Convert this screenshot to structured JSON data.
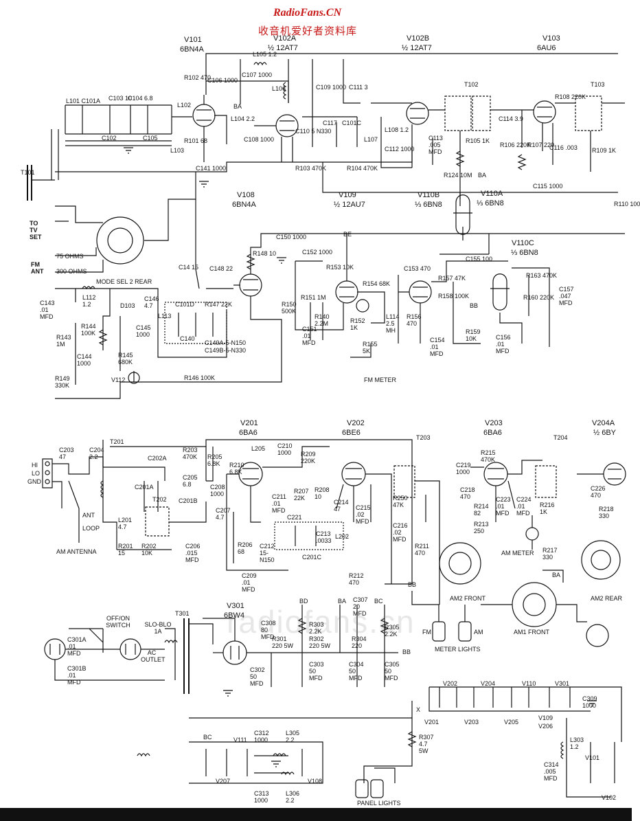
{
  "watermark": {
    "site": "RadioFans.CN",
    "cn": "收音机爱好者资料库",
    "mid": "radiofans.cn"
  },
  "tubes": [
    {
      "id": "V101",
      "type": "6BN4A"
    },
    {
      "id": "V102A",
      "type": "½ 12AT7"
    },
    {
      "id": "V102B",
      "type": "½ 12AT7"
    },
    {
      "id": "V103",
      "type": "6AU6"
    },
    {
      "id": "V108",
      "type": "6BN4A"
    },
    {
      "id": "V109",
      "type": "½ 12AU7"
    },
    {
      "id": "V110B",
      "type": "⅓ 6BN8"
    },
    {
      "id": "V110A",
      "type": "⅓ 6BN8"
    },
    {
      "id": "V110C",
      "type": "⅓ 6BN8"
    },
    {
      "id": "V201",
      "type": "6BA6"
    },
    {
      "id": "V202",
      "type": "6BE6"
    },
    {
      "id": "V203",
      "type": "6BA6"
    },
    {
      "id": "V204A",
      "type": "½ 6BY"
    },
    {
      "id": "V301",
      "type": "6BW4"
    }
  ],
  "sections": {
    "to_tv_set": "TO TV SET",
    "fm_ant": "FM ANT",
    "ohms75": "75 OHMS",
    "ohms300": "300 OHMS",
    "mode_sel": "MODE SEL 2 REAR",
    "fm_meter": "FM METER",
    "am_antenna": "AM ANTENNA",
    "am_meter": "AM METER",
    "am2_front": "AM2 FRONT",
    "am1_front": "AM1 FRONT",
    "am2_rear": "AM2 REAR",
    "off_on_switch": "OFF/ON SWITCH",
    "slo_blo": "SLO-BLO 1A",
    "ac_outlet": "AC OUTLET",
    "meter_lights": "METER LIGHTS",
    "panel_lights": "PANEL LIGHTS",
    "ant": "ANT",
    "loop": "LOOP",
    "hi": "HI",
    "lo": "LO",
    "gnd": "GND",
    "fm": "FM",
    "am": "AM"
  },
  "labels": {
    "l105": "L105 1.2",
    "c107": "C107 1000",
    "c106": "C106 1000",
    "r102": "R102 470",
    "l104": "L104 2.2",
    "ba1": "BA",
    "l106": "L106",
    "c109": "C109 1000",
    "c111": "C111 3",
    "c110": "C110 5 N330",
    "c117": "C117",
    "c101c": "C101C",
    "l107": "L107",
    "l108": "L108 1.2",
    "c112": "C112 1000",
    "c108": "C108 1000",
    "r103": "R103 470K",
    "r104": "R104 470K",
    "r101": "R101 68",
    "c141": "C141 1000",
    "l101": "L101 C101A",
    "c103": "C103 10",
    "c104": "C104 6.8",
    "l102": "L102",
    "c102": "C102",
    "c105": "C105",
    "l103": "L103",
    "t101": "T101",
    "t102": "T102",
    "t103": "T103",
    "c113": "C113 .005 MFD",
    "r105": "R105 1K",
    "c114": "C114 3.9",
    "r106": "R106 220K",
    "r107": "R107 220",
    "r108": "R108 220K",
    "c116": "C116 .003",
    "r109": "R109 1K",
    "r124": "R124 10M",
    "ba2": "BA",
    "c115": "C115 1000",
    "r110": "R110 100",
    "c150": "C150 1000",
    "r148": "R148 10",
    "c14": "C14 15",
    "c148": "C148 22",
    "c152": "C152 1000",
    "r153": "R153 10K",
    "r151": "R151 1M",
    "be": "BE",
    "c153": "C153 470",
    "c155": "C155 100",
    "r157": "R157 47K",
    "r163": "R163 470K",
    "r154": "R154 68K",
    "r158": "R158 100K",
    "r160": "R160 220K",
    "bb1": "BB",
    "c157": "C157 .047 MFD",
    "r150": "R150 500K",
    "r140": "R140 2.2M",
    "r152": "R152 1K",
    "l114": "L114 2.5 MH",
    "r156": "R156 470",
    "c151": "C151 .01 MFD",
    "r155": "R155 5K",
    "c154": "C154 .01 MFD",
    "r159": "R159 10K",
    "c156": "C156 .01 MFD",
    "c143": "C143 .01 MFD",
    "l112": "L112 1.2",
    "d103": "D103",
    "c146": "C146 4.7",
    "c101d": "C101D",
    "l113": "L113",
    "r147": "R147 22K",
    "r144": "R144 100K",
    "c145": "C145 1000",
    "c140": "C140",
    "c149a": "C149A-5-N150",
    "c149b": "C149B-5-N330",
    "r143": "R143 1M",
    "c144": "C144 1000",
    "r145": "R145 680K",
    "r149": "R149 330K",
    "v112": "V112",
    "r146": "R146 100K",
    "c203": "C203 47",
    "c204": "C204 2.2",
    "t201": "T201",
    "c202a": "C202A",
    "r203": "R203 470K",
    "c205": "C205 6.8",
    "c201a": "C201A",
    "t202": "T202",
    "c201b": "C201B",
    "c208": "C208 1000",
    "c207": "C207 4.7",
    "l201": "L201 4.7",
    "r201": "R201 15",
    "r202": "R202 10K",
    "c206": "C206 .015 MFD",
    "r205": "R205 6.8K",
    "r210": "R210 6.8K",
    "l205": "L205",
    "c210": "C210 1000",
    "r209": "R209 220K",
    "c211": "C211 .01 MFD",
    "r206": "R206 68",
    "r207": "R207 22K",
    "r208": "R208 10",
    "c214": "C214 47",
    "c221": "C221",
    "c212": "C212 15-N150",
    "c213": "C213 .0033",
    "l202": "L202",
    "c201c": "C201C",
    "c215": "C215 .02 MFD",
    "r250": "R250 47K",
    "c216": "C216 .02 MFD",
    "r211": "R211 470",
    "r212": "R212 470",
    "c209": "C209 .01 MFD",
    "bb2": "BB",
    "t203": "T203",
    "c219": "C219 1000",
    "r215": "R215 470K",
    "c218": "C218 470",
    "r214": "R214 82",
    "c223": "C223 .01 MFD",
    "c224": "C224 .01 MFD",
    "r216": "R216 1K",
    "r213": "R213 250",
    "r217": "R217 330",
    "t204": "T204",
    "c226": "C226 470",
    "r218": "R218 330",
    "ba3": "BA",
    "t301": "T301",
    "c301a": "C301A .01 MFD",
    "c301b": "C301B .01 MFD",
    "c308": "C308 80 MFD",
    "r303": "R303 2.2K",
    "r301": "R301 220 5W",
    "r302": "R302 220 5W",
    "c307": "C307 20 MFD",
    "r304": "R304 220",
    "r305": "R305 2.2K",
    "c302": "C302 50 MFD",
    "c303": "C303 50 MFD",
    "c304": "C304 50 MFD",
    "c305": "C305 50 MFD",
    "bd": "BD",
    "ba4": "BA",
    "bc1": "BC",
    "bb3": "BB",
    "r307": "R307 4.7 5W",
    "c309": "C309 1000",
    "l303": "L303 1.2",
    "c314": "C314 .005 MFD",
    "bc2": "BC",
    "c312": "C312 1000",
    "l305": "L305 2.2",
    "c313": "C313 1000",
    "l306": "L306 2.2",
    "v111": "V111",
    "v207": "V207",
    "v108b": "V108",
    "v202b": "V202",
    "v204b": "V204",
    "v110b": "V110",
    "v301b": "V301",
    "v201b": "V201",
    "v203b": "V203",
    "v205b": "V205",
    "v109b": "V109",
    "v206b": "V206",
    "v101b": "V101",
    "v102b": "V102",
    "x": "X"
  }
}
